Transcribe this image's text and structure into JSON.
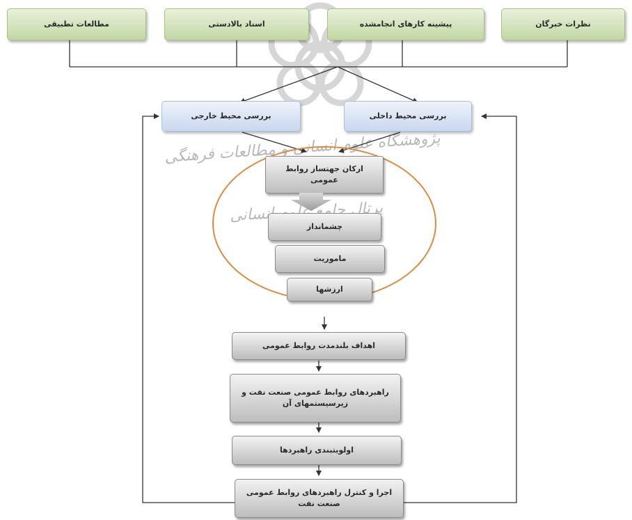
{
  "top_sources": [
    {
      "label": "مطالعات تطبیقی"
    },
    {
      "label": "اسناد بالادستی"
    },
    {
      "label": "پیشینه کارهای انجامشده"
    },
    {
      "label": "نظرات خبرگان"
    }
  ],
  "environment": {
    "external": "بررسی محیط خارجی",
    "internal": "بررسی محیط داخلی"
  },
  "core_group": {
    "pillars": "ارکان جهتساز روابط عمومی",
    "vision": "چشمانداز",
    "mission": "ماموریت",
    "values": "ارزشها"
  },
  "steps": {
    "long_term_goals": "اهداف بلندمدت روابط عمومی",
    "strategies": "راهبردهای روابط عمومی صنعت نفت و زیرسیستمهای آن",
    "prioritization": "اولویتبندی راهبردها",
    "implementation": "اجرا و کنترل راهبردهای روابط عمومی صنعت نفت"
  },
  "watermark": {
    "line1": "پژوهشگاه علوم انسانی و مطالعات فرهنگی",
    "line2": "پرتال جامع علوم انسانی"
  },
  "colors": {
    "green_box": "#c2d7a3",
    "blue_box": "#c8d8ee",
    "gray_box": "#bdbdbd",
    "ellipse": "#e08a3c",
    "line": "#333333"
  }
}
